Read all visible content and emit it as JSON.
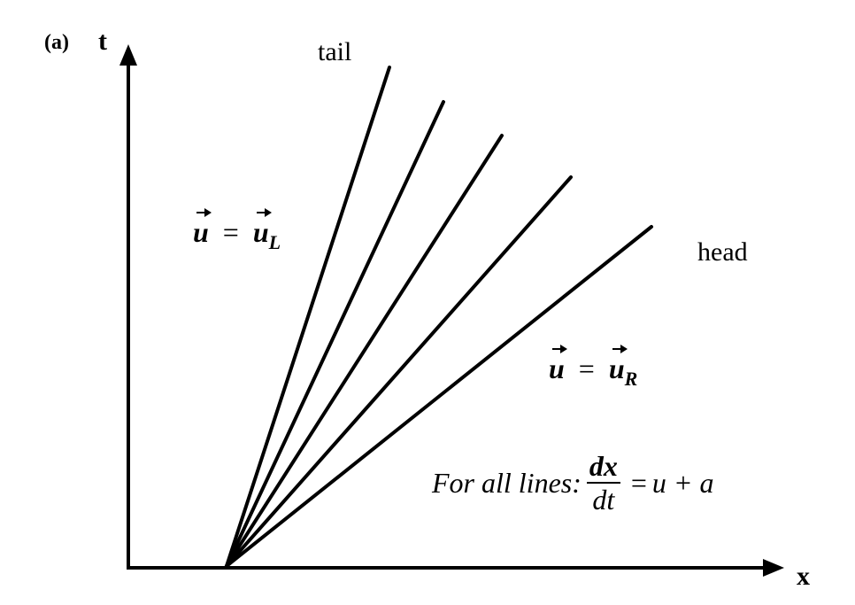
{
  "panel_label": "(a)",
  "axes": {
    "t_label": "t",
    "x_label": "x"
  },
  "labels": {
    "tail": "tail",
    "head": "head",
    "left_state": {
      "var": "u",
      "eq": "=",
      "rhs": "u",
      "sub": "L"
    },
    "right_state": {
      "var": "u",
      "eq": "=",
      "rhs": "u",
      "sub": "R"
    },
    "equation": {
      "prefix": "For all lines:",
      "num": "dx",
      "den": "dt",
      "eq": "=",
      "rhs": "u + a"
    }
  },
  "fan_line_count": 5
}
